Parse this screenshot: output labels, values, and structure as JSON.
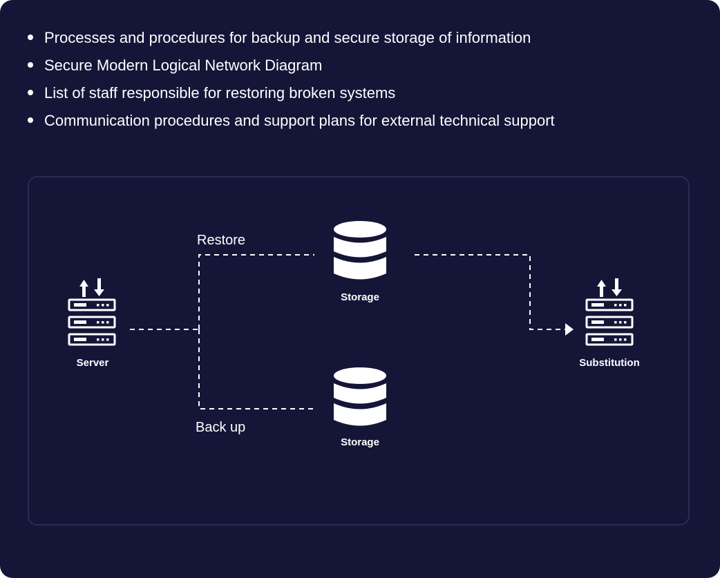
{
  "bullets": [
    "Processes and procedures for backup and secure storage of information",
    "Secure Modern Logical Network Diagram",
    "List of staff responsible for restoring broken systems",
    "Communication procedures and support plans for external technical support"
  ],
  "diagram": {
    "nodes": {
      "server": "Server",
      "storage_top": "Storage",
      "storage_bottom": "Storage",
      "substitution": "Substitution"
    },
    "edges": {
      "restore": "Restore",
      "backup": "Back up"
    },
    "icons": {
      "server": "server-rack-icon",
      "storage": "database-icon",
      "substitution": "server-rack-icon"
    }
  },
  "colors": {
    "background": "#151538",
    "frame_border": "#2b2b52",
    "foreground": "#ffffff"
  }
}
